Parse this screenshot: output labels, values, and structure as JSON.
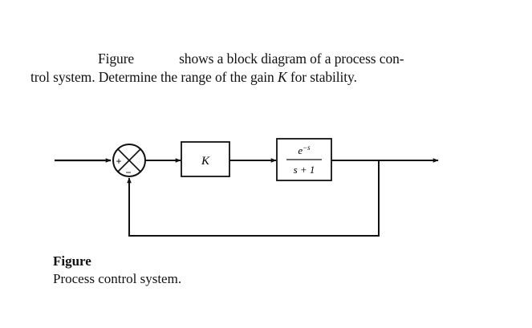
{
  "problem": {
    "line1_a": "Figure",
    "line1_b": "shows a block diagram of a process con-",
    "line2_a": "trol system. Determine the range of the gain ",
    "line2_var": "K",
    "line2_b": " for stability."
  },
  "diagram": {
    "summer_plus": "+",
    "summer_minus": "−",
    "gain_label": "K",
    "plant_numerator": "e",
    "plant_numerator_exp": "−s",
    "plant_denominator": "s + 1"
  },
  "caption": {
    "title": "Figure",
    "text": "Process control system."
  }
}
